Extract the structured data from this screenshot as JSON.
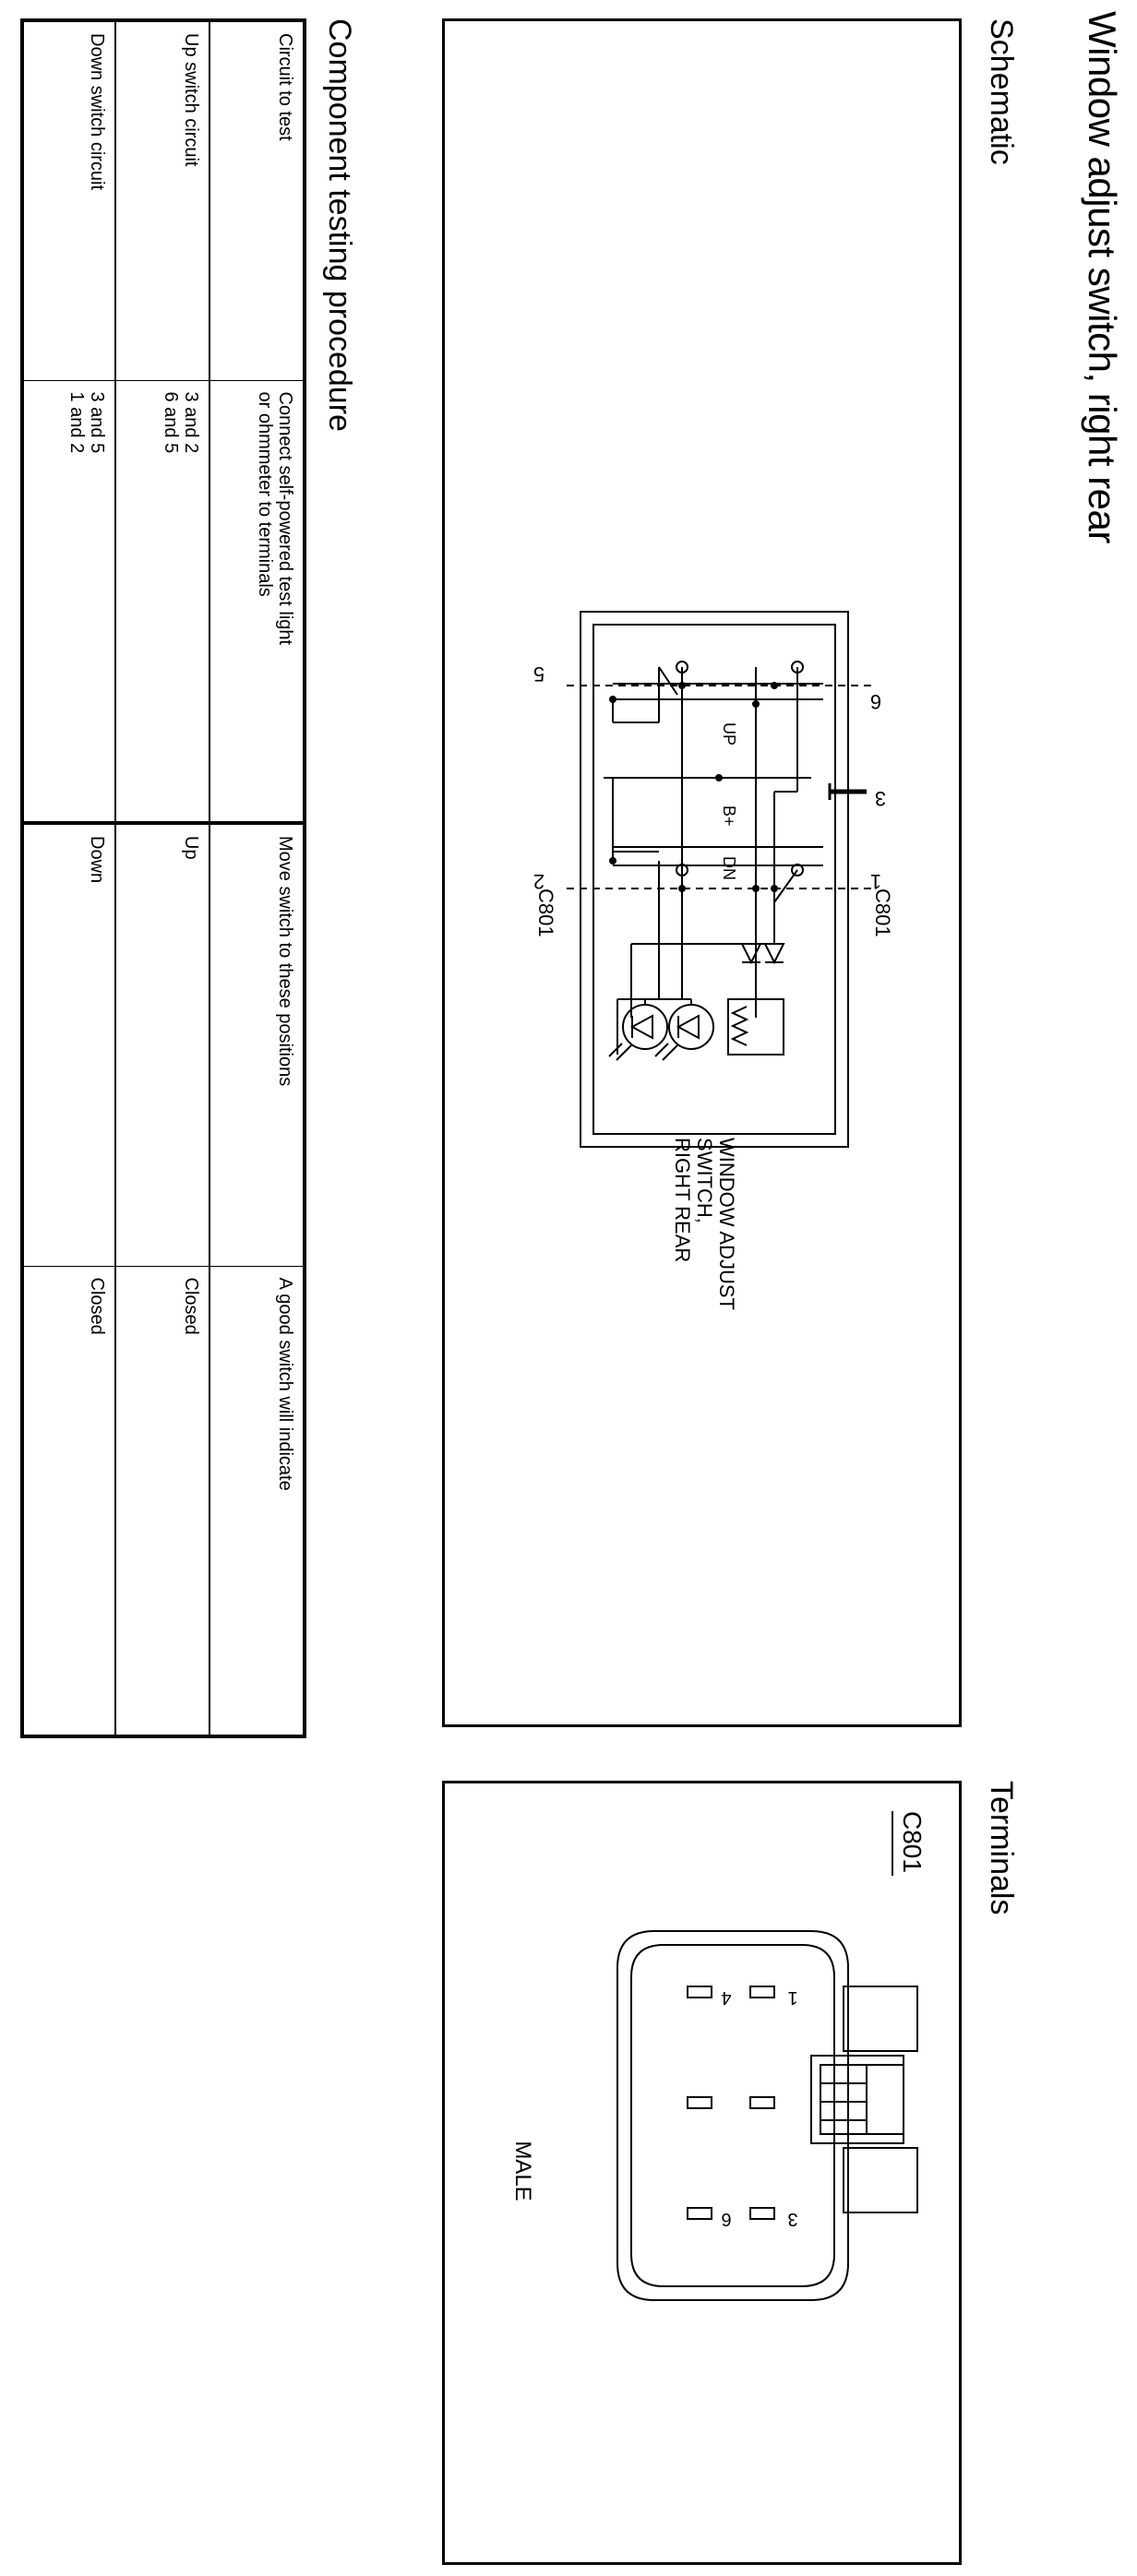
{
  "page_title": "Window adjust switch, right rear",
  "schematic": {
    "label": "Schematic",
    "component_caption": [
      "WINDOW ADJUST",
      "SWITCH,",
      "RIGHT REAR"
    ],
    "connector_id_top": "C801",
    "connector_id_bottom": "C801",
    "pins": {
      "p6": "6",
      "p3": "3",
      "p1": "1",
      "p5": "5",
      "p2": "2"
    },
    "internal_labels": {
      "up": "UP",
      "bplus": "B+",
      "dn": "DN"
    }
  },
  "terminals": {
    "label": "Terminals",
    "connector_id": "C801",
    "gender": "MALE",
    "pins": {
      "p1": "1",
      "p3": "3",
      "p4": "4",
      "p6": "6"
    }
  },
  "procedure": {
    "label": "Component testing procedure",
    "headers": [
      "Circuit to test",
      "Connect self-powered test light\nor ohmmeter to terminals",
      "Move switch to these positions",
      "A good switch will indicate"
    ],
    "rows": [
      [
        "Up switch circuit",
        "3 and 2\n6 and 5",
        "Up",
        "Closed"
      ],
      [
        "Down switch circuit",
        "3 and 5\n1 and 2",
        "Down",
        "Closed"
      ]
    ]
  }
}
